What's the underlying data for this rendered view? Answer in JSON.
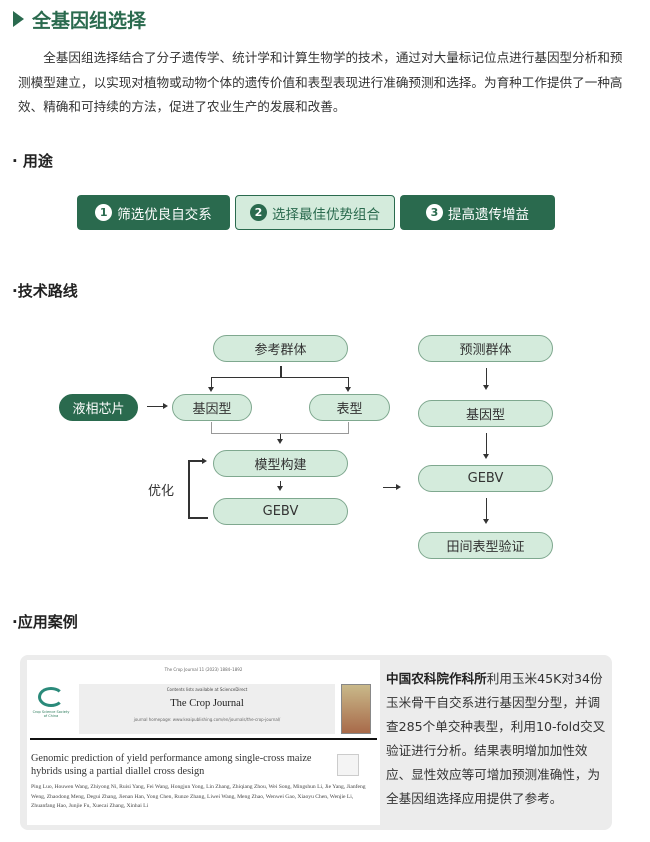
{
  "header": {
    "title": "全基因组选择"
  },
  "intro": "全基因组选择结合了分子遗传学、统计学和计算生物学的技术，通过对大量标记位点进行基因型分析和预测模型建立，以实现对植物或动物个体的遗传价值和表型表现进行准确预测和选择。为育种工作提供了一种高效、精确和可持续的方法，促进了农业生产的发展和改善。",
  "uses": {
    "heading": "· 用途",
    "steps": [
      {
        "num": "1",
        "label": "筛选优良自交系"
      },
      {
        "num": "2",
        "label": "选择最佳优势组合"
      },
      {
        "num": "3",
        "label": "提高遗传增益"
      }
    ]
  },
  "route": {
    "heading": "·技术路线",
    "nodes": {
      "ref_pop": "参考群体",
      "pred_pop": "预测群体",
      "chip": "液相芯片",
      "genotype_left": "基因型",
      "phenotype": "表型",
      "genotype_right": "基因型",
      "model": "模型构建",
      "gebv_left": "GEBV",
      "gebv_right": "GEBV",
      "field": "田间表型验证",
      "optimize": "优化"
    }
  },
  "cases": {
    "heading": "·应用案例",
    "paper": {
      "header": "The Crop Journal 11 (2023) 1884–1892",
      "contents": "Contents lists available at ScienceDirect",
      "journal": "The Crop Journal",
      "homepage": "journal homepage: www.keaipublishing.com/en/journals/the-crop-journal/",
      "society": "Crop Science Society of China",
      "title": "Genomic prediction of yield performance among single-cross maize hybrids using a partial diallel cross design",
      "authors": "Ping Luo, Houwen Wang, Zhiyong Ni, Ruisi Yang, Fei Wang, Hongjun Yong, Lin Zhang, Zhiqiang Zhou, Wei Song, Mingshun Li, Jie Yang, Jianfeng Weng, Zhaodong Meng, Degui Zhang, Jienan Han, Yong Chen, Runze Zhang, Liwei Wang, Meng Zhao, Wenwei Gao, Xiaoyu Chen, Wenjie Li, Zhuanfang Hao, Junjie Fu, Xuecai Zhang, Xinhai Li"
    },
    "org": "中国农科院作科所",
    "desc": "利用玉米45K对34份玉米骨干自交系进行基因型分型，并调查285个单交种表型，利用10-fold交叉验证进行分析。结果表明增加加性效应、显性效应等可增加预测准确性，为全基因组选择应用提供了参考。"
  }
}
